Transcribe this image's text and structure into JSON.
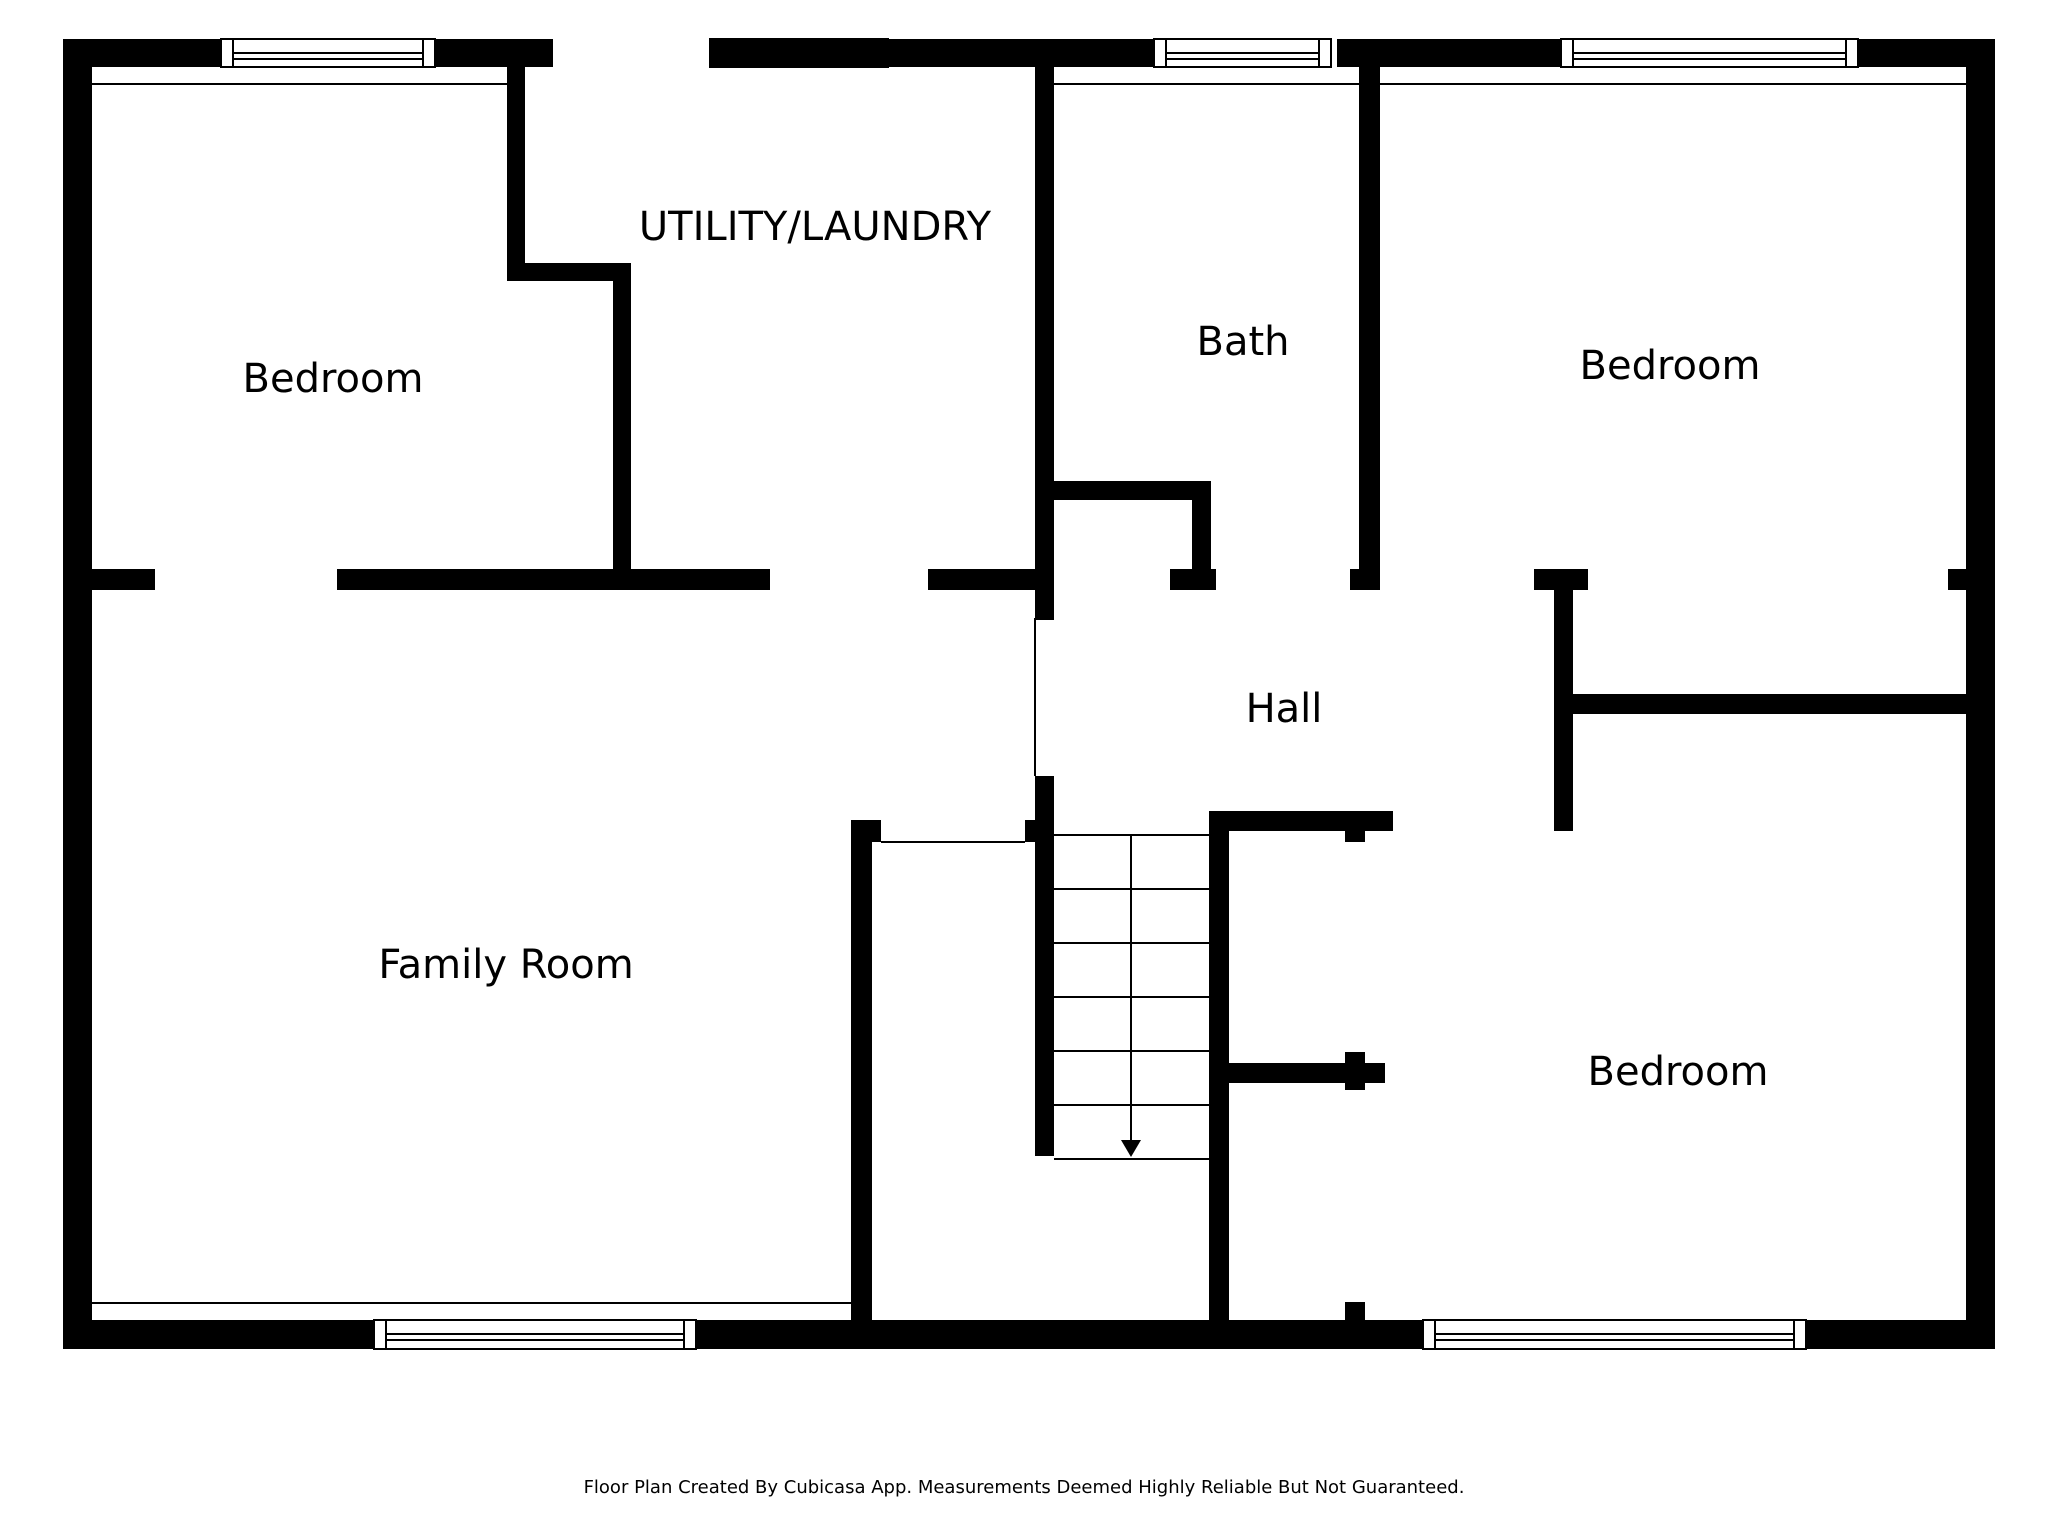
{
  "floorplan": {
    "rooms": {
      "bedroom_nw": "Bedroom",
      "utility": "UTILITY/LAUNDRY",
      "bath": "Bath",
      "bedroom_ne": "Bedroom",
      "hall": "Hall",
      "family_room": "Family Room",
      "bedroom_se": "Bedroom"
    },
    "footer": "Floor Plan Created By Cubicasa App. Measurements Deemed Highly Reliable But Not Guaranteed.",
    "colors": {
      "wall": "#000000",
      "background": "#ffffff"
    }
  }
}
